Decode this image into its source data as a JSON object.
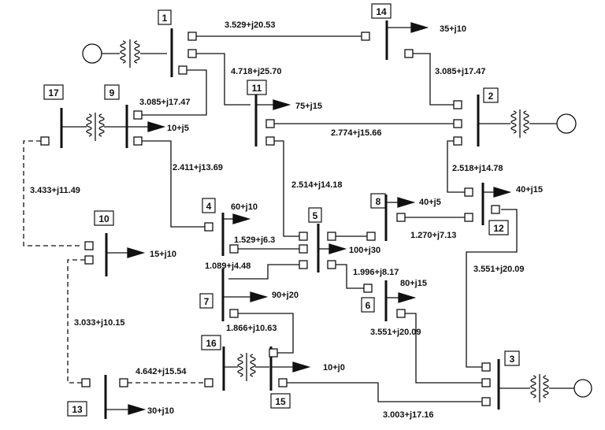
{
  "colors": {
    "ink": "#111111",
    "background": "#ffffff"
  },
  "buses": [
    "1",
    "2",
    "3",
    "4",
    "5",
    "6",
    "7",
    "8",
    "9",
    "10",
    "11",
    "12",
    "13",
    "14",
    "15",
    "16",
    "17"
  ],
  "lines": [
    "3.529+j20.53",
    "4.718+j25.70",
    "3.085+j17.47",
    "3.085+j17.47",
    "2.774+j15.66",
    "2.411+j13.69",
    "3.433+j11.49",
    "2.514+j14.18",
    "2.518+j14.78",
    "1.529+j6.3",
    "1.270+j7.13",
    "1.089+j4.48",
    "1.996+j8.17",
    "3.551+j20.09",
    "1.866+j10.63",
    "3.551+j20.09",
    "3.033+j10.15",
    "4.642+j15.54",
    "3.003+j17.16"
  ],
  "loads": [
    "35+j10",
    "75+j15",
    "10+j5",
    "40+j15",
    "60+j10",
    "40+j5",
    "100+j30",
    "15+j10",
    "90+j20",
    "80+j15",
    "10+j0",
    "30+j10"
  ]
}
